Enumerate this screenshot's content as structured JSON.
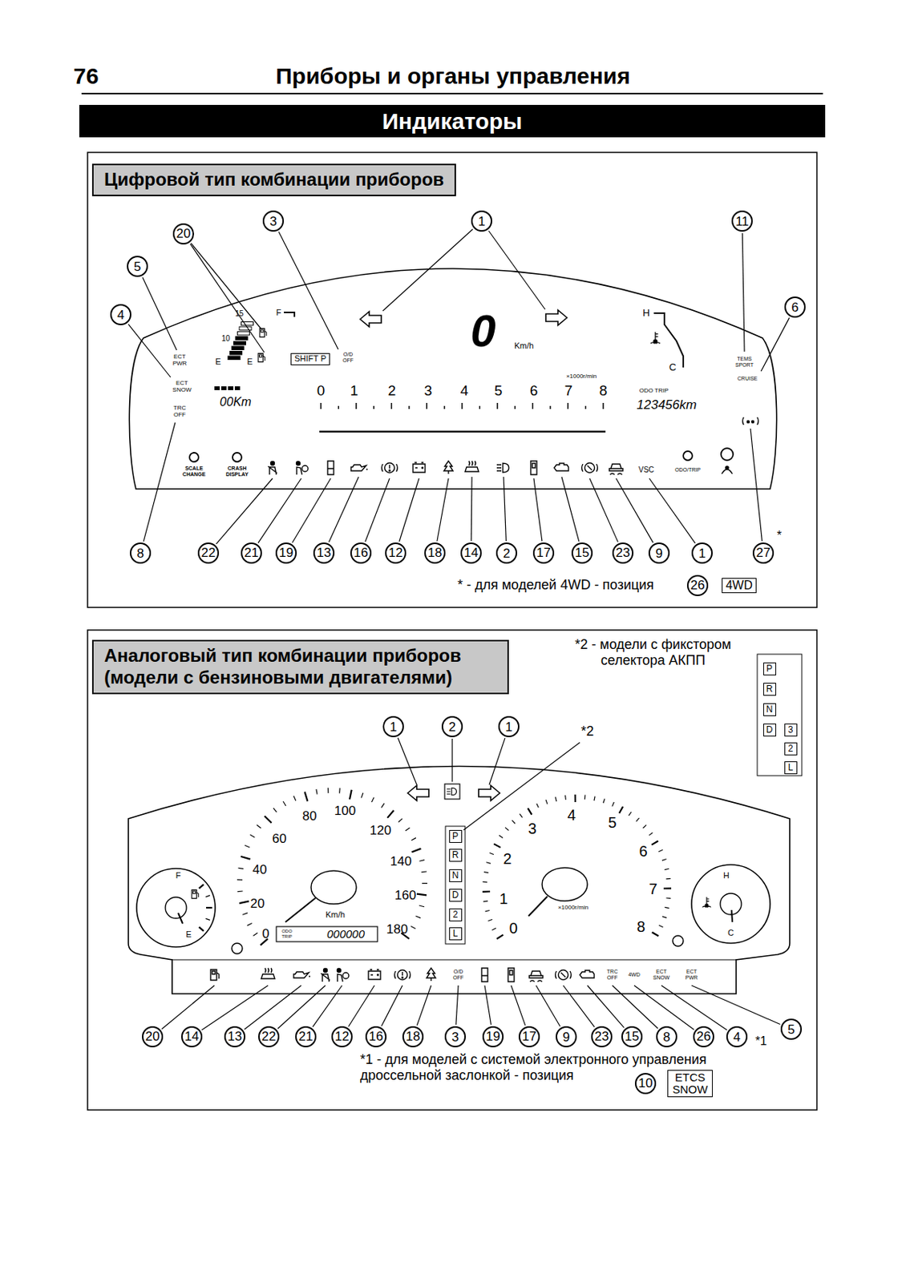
{
  "diagram": {
    "nodes": [
      {
        "text": [
          "Индикаторы"
        ]
      },
      {
        "text": [
          "Цифровой тип комбинации приборов"
        ]
      },
      {
        "text": [
          "20"
        ]
      },
      {
        "text": [
          "3"
        ]
      },
      {
        "text": [
          "1"
        ]
      },
      {
        "text": [
          "11"
        ]
      },
      {
        "text": [
          "5"
        ]
      },
      {
        "text": [
          "6"
        ]
      },
      {
        "text": [
          "4"
        ]
      },
      {
        "text": [
          "SHIFT P"
        ]
      },
      {
        "text": [
          "8"
        ]
      },
      {
        "text": [
          "22"
        ]
      },
      {
        "text": [
          "21"
        ]
      },
      {
        "text": [
          "19"
        ]
      },
      {
        "text": [
          "13"
        ]
      },
      {
        "text": [
          "16"
        ]
      },
      {
        "text": [
          "12"
        ]
      },
      {
        "text": [
          "18"
        ]
      },
      {
        "text": [
          "14"
        ]
      },
      {
        "text": [
          "2"
        ]
      },
      {
        "text": [
          "17"
        ]
      },
      {
        "text": [
          "15"
        ]
      },
      {
        "text": [
          "23"
        ]
      },
      {
        "text": [
          "9"
        ]
      },
      {
        "text": [
          "1"
        ]
      },
      {
        "text": [
          "27"
        ]
      },
      {
        "text": [
          "26"
        ]
      },
      {
        "text": [
          "4WD"
        ]
      },
      {
        "text": [
          "Аналоговый тип комбинации приборов (модели с бензиновыми двигателями)"
        ]
      },
      {
        "text": [
          "P"
        ]
      },
      {
        "text": [
          "R"
        ]
      },
      {
        "text": [
          "N"
        ]
      },
      {
        "text": [
          "D"
        ]
      },
      {
        "text": [
          "3"
        ]
      },
      {
        "text": [
          "2"
        ]
      },
      {
        "text": [
          "L"
        ]
      },
      {
        "text": [
          "P"
        ]
      },
      {
        "text": [
          "R"
        ]
      },
      {
        "text": [
          "N"
        ]
      },
      {
        "text": [
          "D"
        ]
      },
      {
        "text": [
          "2"
        ]
      },
      {
        "text": [
          "L"
        ]
      },
      {
        "text": [
          "1"
        ]
      },
      {
        "text": [
          "2"
        ]
      },
      {
        "text": [
          "1"
        ]
      },
      {
        "text": [
          "20"
        ]
      },
      {
        "text": [
          "14"
        ]
      },
      {
        "text": [
          "13"
        ]
      },
      {
        "text": [
          "22"
        ]
      },
      {
        "text": [
          "21"
        ]
      },
      {
        "text": [
          "12"
        ]
      },
      {
        "text": [
          "16"
        ]
      },
      {
        "text": [
          "18"
        ]
      },
      {
        "text": [
          "3"
        ]
      },
      {
        "text": [
          "19"
        ]
      },
      {
        "text": [
          "17"
        ]
      },
      {
        "text": [
          "9"
        ]
      },
      {
        "text": [
          "23"
        ]
      },
      {
        "text": [
          "15"
        ]
      },
      {
        "text": [
          "8"
        ]
      },
      {
        "text": [
          "26"
        ]
      },
      {
        "text": [
          "4"
        ]
      },
      {
        "text": [
          "5"
        ]
      },
      {
        "text": [
          "10"
        ]
      },
      {
        "text": [
          "ETCS SNOW"
        ]
      }
    ],
    "labels": [
      "76",
      "Приборы и органы управления",
      "15",
      "F",
      "10",
      "E",
      "E",
      "O/D OFF",
      "0",
      "Km/h",
      "×1000r/min",
      "0",
      "1",
      "2",
      "3",
      "4",
      "5",
      "6",
      "7",
      "8",
      "H",
      "C",
      "ODO TRIP",
      "123456km",
      "00Km",
      "ECT PWR",
      "ECT SNOW",
      "TRC OFF",
      "TEMS SPORT",
      "CRUISE",
      "SCALE CHANGE",
      "CRASH DISPLAY",
      "VSC",
      "ODO/TRIP",
      "*",
      "* - для моделей 4WD - позиция",
      "*2 - модели с фикстором селектора АКПП",
      "*2",
      "F",
      "E",
      "20",
      "40",
      "60",
      "80",
      "100",
      "120",
      "140",
      "160",
      "180",
      "0",
      "Km/h",
      "ODO TRIP",
      "000000",
      "0",
      "1",
      "2",
      "3",
      "4",
      "5",
      "6",
      "7",
      "8",
      "×1000r/min",
      "H",
      "C",
      "O/D OFF",
      "TRC OFF",
      "4WD",
      "ECT SNOW",
      "ECT PWR",
      "*1",
      "*1 - для моделей с системой электронного управления дроссельной заслонкой - позиция"
    ]
  }
}
